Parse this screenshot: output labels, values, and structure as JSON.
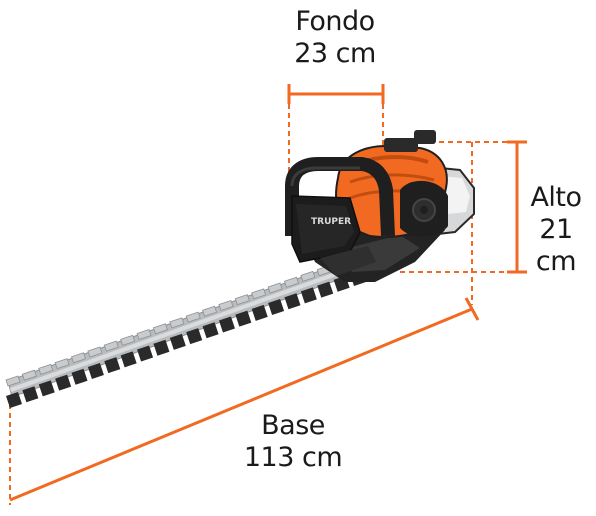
{
  "dimensions": {
    "fondo": {
      "label": "Fondo",
      "value": "23 cm"
    },
    "alto": {
      "label": "Alto",
      "value": "21 cm"
    },
    "base": {
      "label": "Base",
      "value": "113 cm"
    }
  },
  "product": {
    "brand": "TRUPER",
    "accent_color": "#f26a21",
    "body_color": "#1f1f1f",
    "blade_color": "#b9bcbf"
  }
}
